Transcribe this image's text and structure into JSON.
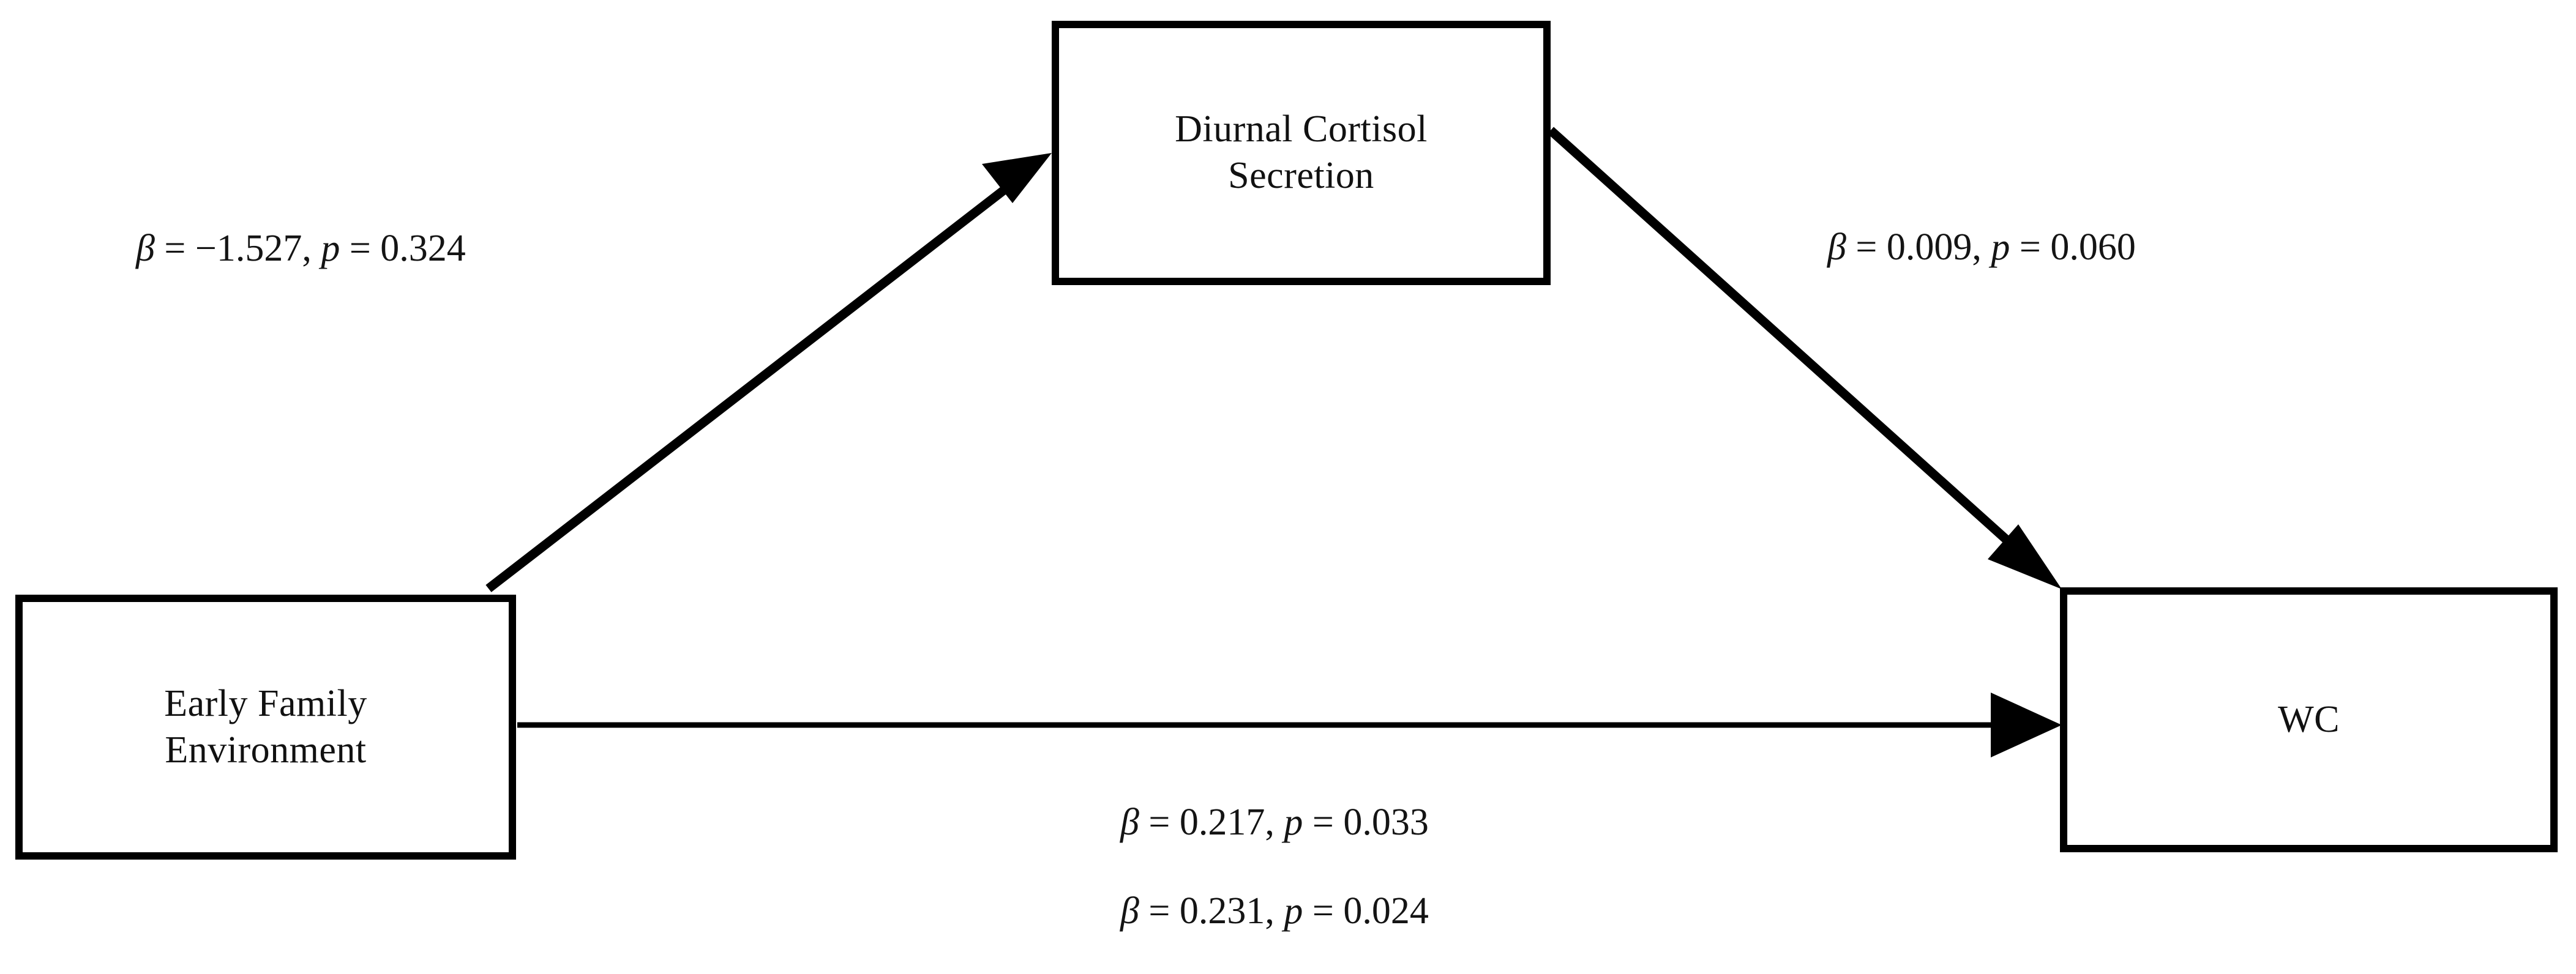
{
  "diagram": {
    "type": "mediation-path-diagram",
    "background": "#ffffff",
    "stroke_color": "#000000",
    "text_color": "#141414",
    "nodes": [
      {
        "id": "early_family_environment",
        "label": "Early Family\nEnvironment"
      },
      {
        "id": "diurnal_cortisol_secretion",
        "label": "Diurnal Cortisol\nSecretion"
      },
      {
        "id": "wc",
        "label": "WC"
      }
    ],
    "paths": [
      {
        "id": "a_path",
        "from": "early_family_environment",
        "to": "diurnal_cortisol_secretion",
        "beta_symbol": "β",
        "beta_value": "−1.527",
        "p_symbol": "p",
        "p_value": "0.324",
        "label": "β = −1.527, p = 0.324"
      },
      {
        "id": "b_path",
        "from": "diurnal_cortisol_secretion",
        "to": "wc",
        "beta_symbol": "β",
        "beta_value": "0.009",
        "p_symbol": "p",
        "p_value": "0.060",
        "label": "β = 0.009, p = 0.060"
      },
      {
        "id": "c_path_total",
        "from": "early_family_environment",
        "to": "wc",
        "beta_symbol": "β",
        "beta_value": "0.217",
        "p_symbol": "p",
        "p_value": "0.033",
        "label": "β = 0.217, p = 0.033"
      },
      {
        "id": "c_path_direct",
        "from": "early_family_environment",
        "to": "wc",
        "beta_symbol": "β",
        "beta_value": "0.231",
        "p_symbol": "p",
        "p_value": "0.024",
        "label": "β = 0.231, p = 0.024"
      }
    ]
  }
}
